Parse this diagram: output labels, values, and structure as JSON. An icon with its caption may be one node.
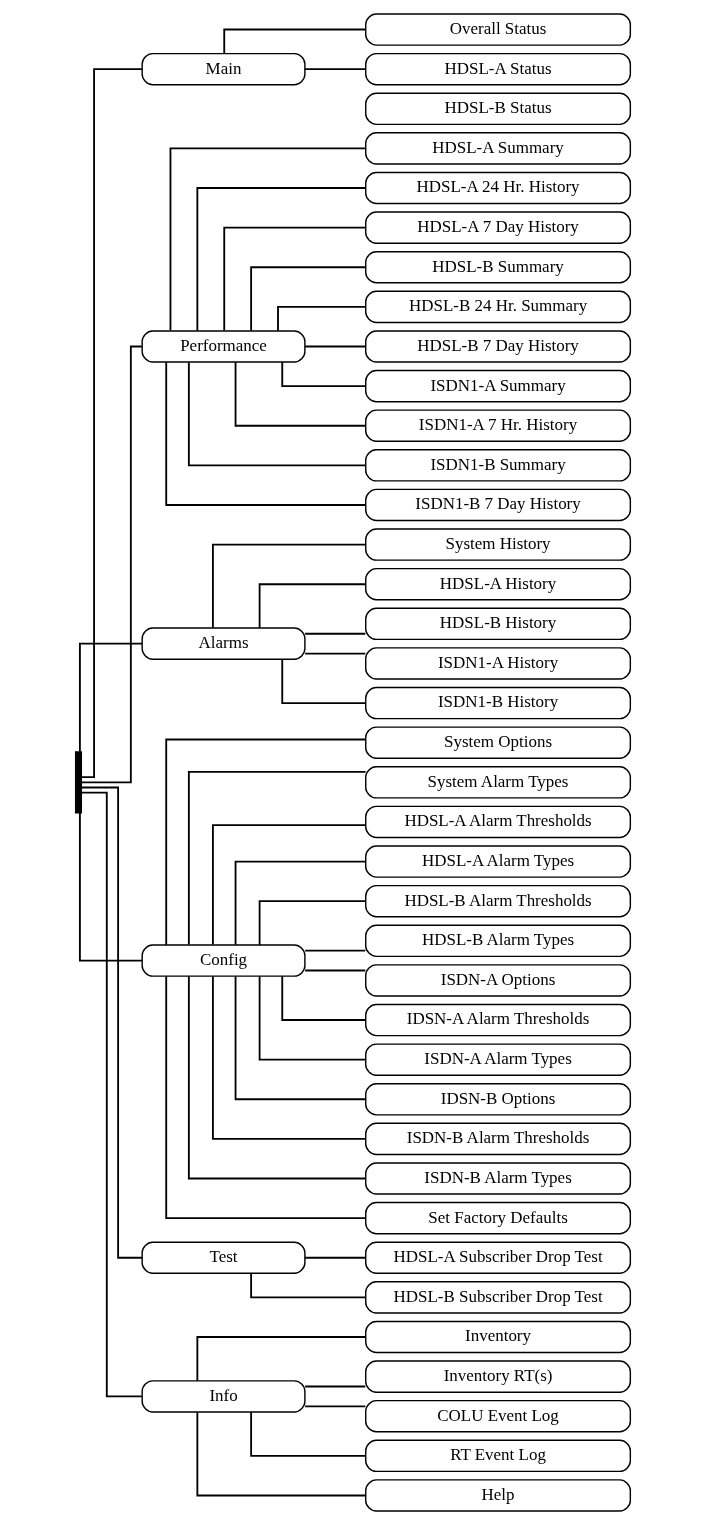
{
  "diagram": {
    "nodes": [
      {
        "text": [],
        "shape": "bar"
      },
      {
        "text": [
          "Main"
        ]
      },
      {
        "text": [
          "Overall Status"
        ]
      },
      {
        "text": [
          "HDSL-A Status"
        ]
      },
      {
        "text": [
          "HDSL-B Status"
        ]
      },
      {
        "text": [
          "Performance"
        ]
      },
      {
        "text": [
          "HDSL-A Summary"
        ]
      },
      {
        "text": [
          "HDSL-A 24 Hr. History"
        ]
      },
      {
        "text": [
          "HDSL-A 7 Day History"
        ]
      },
      {
        "text": [
          "HDSL-B Summary"
        ]
      },
      {
        "text": [
          "HDSL-B 24 Hr. Summary"
        ]
      },
      {
        "text": [
          "HDSL-B 7 Day History"
        ]
      },
      {
        "text": [
          "ISDN1-A Summary"
        ]
      },
      {
        "text": [
          "ISDN1-A 7 Hr. History"
        ]
      },
      {
        "text": [
          "ISDN1-B Summary"
        ]
      },
      {
        "text": [
          "ISDN1-B 7 Day History"
        ]
      },
      {
        "text": [
          "Alarms"
        ]
      },
      {
        "text": [
          "System History"
        ]
      },
      {
        "text": [
          "HDSL-A History"
        ]
      },
      {
        "text": [
          "HDSL-B History"
        ]
      },
      {
        "text": [
          "ISDN1-A History"
        ]
      },
      {
        "text": [
          "ISDN1-B History"
        ]
      },
      {
        "text": [
          "Config"
        ]
      },
      {
        "text": [
          "System Options"
        ]
      },
      {
        "text": [
          "System Alarm Types"
        ]
      },
      {
        "text": [
          "HDSL-A Alarm Thresholds"
        ]
      },
      {
        "text": [
          "HDSL-A Alarm Types"
        ]
      },
      {
        "text": [
          "HDSL-B Alarm Thresholds"
        ]
      },
      {
        "text": [
          "HDSL-B Alarm Types"
        ]
      },
      {
        "text": [
          "ISDN-A Options"
        ]
      },
      {
        "text": [
          "IDSN-A Alarm Thresholds"
        ]
      },
      {
        "text": [
          "ISDN-A Alarm Types"
        ]
      },
      {
        "text": [
          "IDSN-B Options"
        ]
      },
      {
        "text": [
          "ISDN-B Alarm Thresholds"
        ]
      },
      {
        "text": [
          "ISDN-B Alarm Types"
        ]
      },
      {
        "text": [
          "Set Factory Defaults"
        ]
      },
      {
        "text": [
          "Test"
        ]
      },
      {
        "text": [
          "HDSL-A Subscriber Drop Test"
        ]
      },
      {
        "text": [
          "HDSL-B Subscriber Drop Test"
        ]
      },
      {
        "text": [
          "Info"
        ]
      },
      {
        "text": [
          "Inventory"
        ]
      },
      {
        "text": [
          "Inventory RT(s)"
        ]
      },
      {
        "text": [
          "COLU Event Log"
        ]
      },
      {
        "text": [
          "RT Event Log"
        ]
      },
      {
        "text": [
          "Help"
        ]
      }
    ],
    "edges": [
      {
        "from": 0,
        "to": 1,
        "arrow": "none"
      },
      {
        "from": 0,
        "to": 5,
        "arrow": "none"
      },
      {
        "from": 0,
        "to": 16,
        "arrow": "none"
      },
      {
        "from": 0,
        "to": 22,
        "arrow": "none"
      },
      {
        "from": 0,
        "to": 36,
        "arrow": "none"
      },
      {
        "from": 0,
        "to": 39,
        "arrow": "none"
      },
      {
        "from": 1,
        "to": 2,
        "arrow": "none"
      },
      {
        "from": 1,
        "to": 3,
        "arrow": "none"
      },
      {
        "from": 5,
        "to": 6,
        "arrow": "none"
      },
      {
        "from": 5,
        "to": 7,
        "arrow": "none"
      },
      {
        "from": 5,
        "to": 8,
        "arrow": "none"
      },
      {
        "from": 5,
        "to": 9,
        "arrow": "none"
      },
      {
        "from": 5,
        "to": 10,
        "arrow": "none"
      },
      {
        "from": 5,
        "to": 11,
        "arrow": "none"
      },
      {
        "from": 5,
        "to": 12,
        "arrow": "none"
      },
      {
        "from": 5,
        "to": 13,
        "arrow": "none"
      },
      {
        "from": 5,
        "to": 14,
        "arrow": "none"
      },
      {
        "from": 5,
        "to": 15,
        "arrow": "none"
      },
      {
        "from": 16,
        "to": 17,
        "arrow": "none"
      },
      {
        "from": 16,
        "to": 18,
        "arrow": "none"
      },
      {
        "from": 16,
        "to": 19,
        "arrow": "none"
      },
      {
        "from": 16,
        "to": 20,
        "arrow": "none"
      },
      {
        "from": 16,
        "to": 21,
        "arrow": "none"
      },
      {
        "from": 22,
        "to": 23,
        "arrow": "none"
      },
      {
        "from": 22,
        "to": 24,
        "arrow": "none"
      },
      {
        "from": 22,
        "to": 25,
        "arrow": "none"
      },
      {
        "from": 22,
        "to": 26,
        "arrow": "none"
      },
      {
        "from": 22,
        "to": 27,
        "arrow": "none"
      },
      {
        "from": 22,
        "to": 28,
        "arrow": "none"
      },
      {
        "from": 22,
        "to": 29,
        "arrow": "none"
      },
      {
        "from": 22,
        "to": 30,
        "arrow": "none"
      },
      {
        "from": 22,
        "to": 31,
        "arrow": "none"
      },
      {
        "from": 22,
        "to": 32,
        "arrow": "none"
      },
      {
        "from": 22,
        "to": 33,
        "arrow": "none"
      },
      {
        "from": 22,
        "to": 34,
        "arrow": "none"
      },
      {
        "from": 22,
        "to": 35,
        "arrow": "none"
      },
      {
        "from": 36,
        "to": 37,
        "arrow": "none"
      },
      {
        "from": 36,
        "to": 38,
        "arrow": "none"
      },
      {
        "from": 39,
        "to": 40,
        "arrow": "none"
      },
      {
        "from": 39,
        "to": 41,
        "arrow": "none"
      },
      {
        "from": 39,
        "to": 42,
        "arrow": "none"
      },
      {
        "from": 39,
        "to": 43,
        "arrow": "none"
      },
      {
        "from": 39,
        "to": 44,
        "arrow": "none"
      }
    ]
  }
}
